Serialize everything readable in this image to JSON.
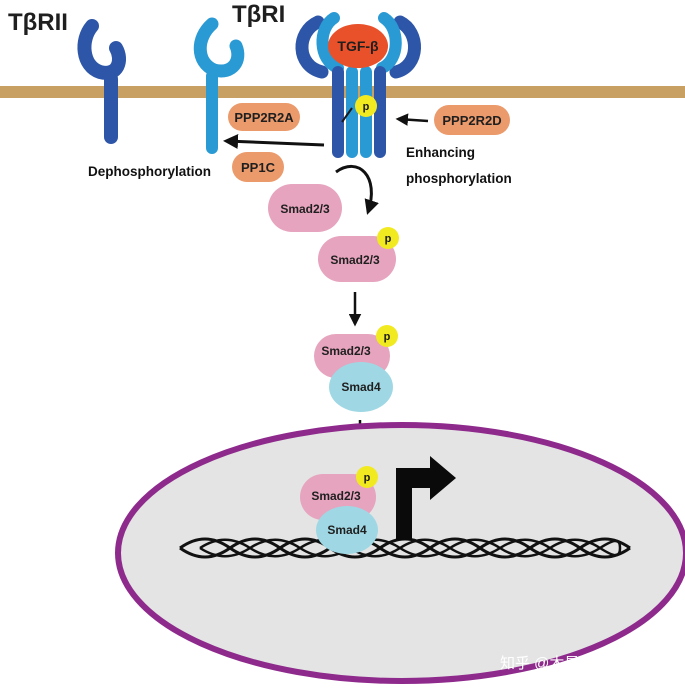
{
  "labels": {
    "tbrii": "TβRII",
    "tbri": "TβRI",
    "tgfb": "TGF-β",
    "ppp2r2a": "PPP2R2A",
    "pp1c": "PP1C",
    "ppp2r2d": "PPP2R2D",
    "dephosphorylation": "Dephosphorylation",
    "enhancing_line1": "Enhancing",
    "enhancing_line2": "phosphorylation",
    "smad23": "Smad2/3",
    "smad4": "Smad4",
    "phospho": "p",
    "watermark": "知乎 @木星欧罗巴"
  },
  "colors": {
    "membrane": "#c8a064",
    "receptor_dark": "#2e56a8",
    "receptor_light": "#2a9ad4",
    "tgf_beta": "#e8512a",
    "enzyme": "#eb9a6c",
    "smad23": "#e6a4be",
    "smad4": "#9fd8e4",
    "phospho": "#f2ea20",
    "nucleus_fill": "#e4e4e4",
    "nucleus_border": "#8e2a8c"
  }
}
